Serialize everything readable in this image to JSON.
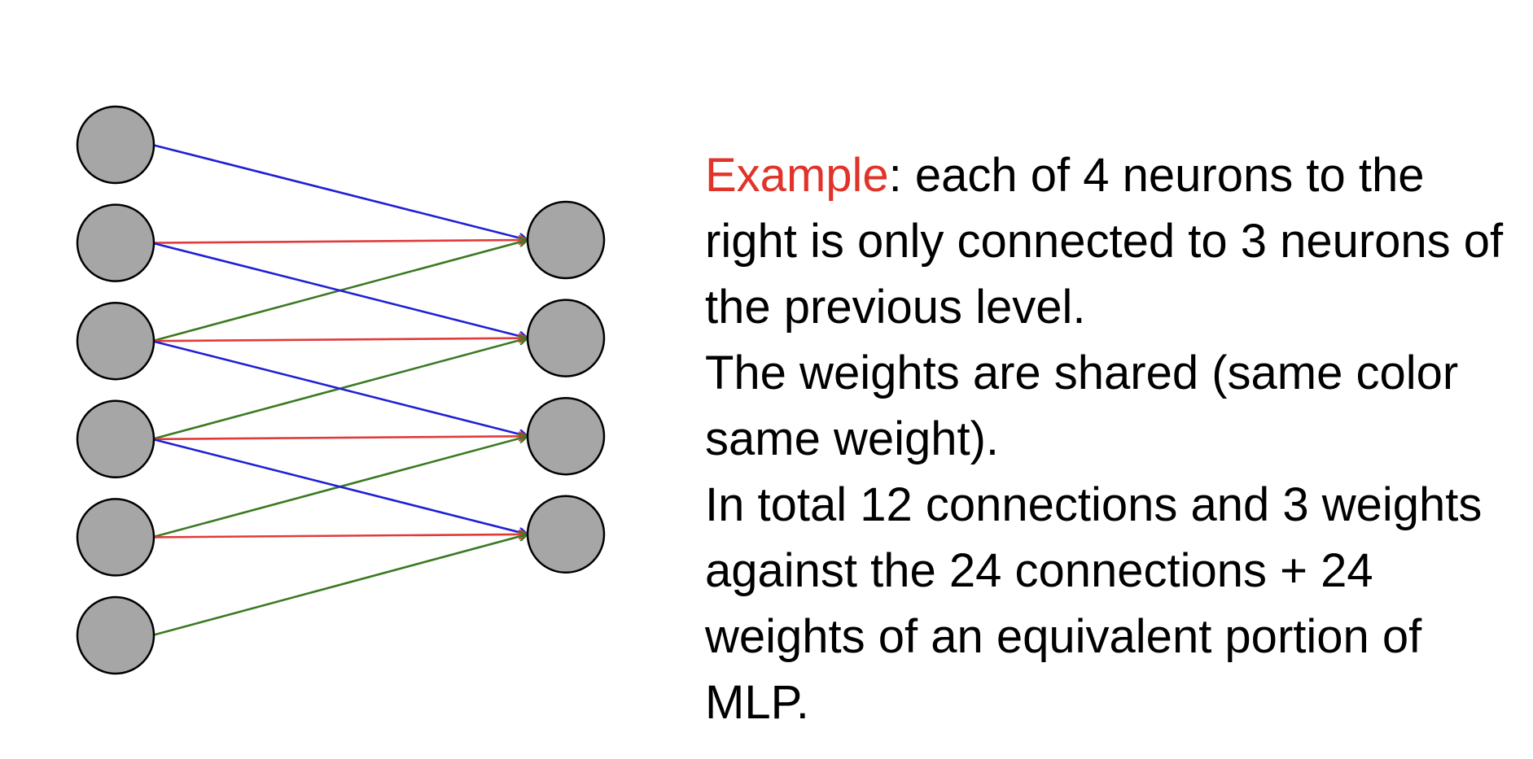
{
  "diagram": {
    "input_layer_count": 6,
    "output_layer_count": 4,
    "connections_per_output": 3,
    "node_fill": "#a6a6a6",
    "node_stroke": "#000000",
    "weight_colors": [
      "#1f1fd6",
      "#e03b3b",
      "#3a7a22"
    ],
    "connections": [
      {
        "from": 0,
        "to": 0,
        "weight": 0
      },
      {
        "from": 1,
        "to": 0,
        "weight": 1
      },
      {
        "from": 2,
        "to": 0,
        "weight": 2
      },
      {
        "from": 1,
        "to": 1,
        "weight": 0
      },
      {
        "from": 2,
        "to": 1,
        "weight": 1
      },
      {
        "from": 3,
        "to": 1,
        "weight": 2
      },
      {
        "from": 2,
        "to": 2,
        "weight": 0
      },
      {
        "from": 3,
        "to": 2,
        "weight": 1
      },
      {
        "from": 4,
        "to": 2,
        "weight": 2
      },
      {
        "from": 3,
        "to": 3,
        "weight": 0
      },
      {
        "from": 4,
        "to": 3,
        "weight": 1
      },
      {
        "from": 5,
        "to": 3,
        "weight": 2
      }
    ]
  },
  "text": {
    "highlight_word": "Example",
    "paragraph1_rest": ": each of 4 neurons to the right is only connected to 3 neurons of the previous level.",
    "paragraph2": "The weights are shared (same color same weight).",
    "paragraph3": "In total 12 connections and 3 weights against the 24 connections + 24 weights of an equivalent portion of MLP.",
    "highlight_color": "#e0342a"
  }
}
